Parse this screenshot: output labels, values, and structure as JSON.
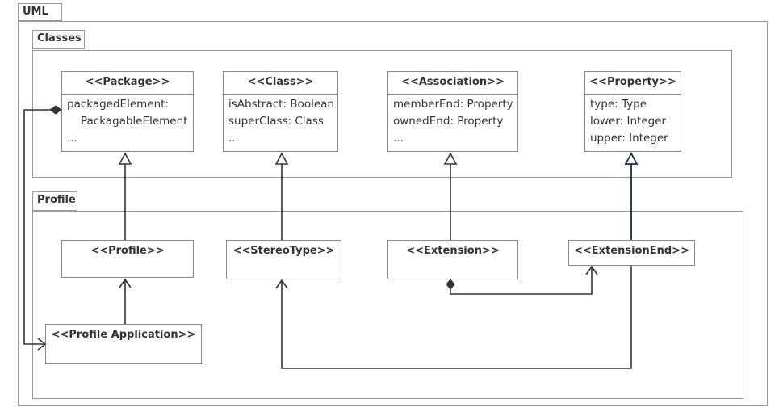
{
  "packages": {
    "uml": "UML",
    "classes": "Classes",
    "profile": "Profile"
  },
  "classes": {
    "package": {
      "name": "<<Package>>",
      "attrs": [
        "packagedElement:",
        "PackagableElement",
        "..."
      ]
    },
    "class": {
      "name": "<<Class>>",
      "attrs": [
        "isAbstract: Boolean",
        "superClass: Class",
        "..."
      ]
    },
    "association": {
      "name": "<<Association>>",
      "attrs": [
        "memberEnd: Property",
        "ownedEnd: Property",
        "..."
      ]
    },
    "property": {
      "name": "<<Property>>",
      "attrs": [
        "type: Type",
        "lower: Integer",
        "upper: Integer"
      ]
    }
  },
  "profile_elements": {
    "profile": "<<Profile>>",
    "stereotype": "<<StereoType>>",
    "extension": "<<Extension>>",
    "extension_end": "<<ExtensionEnd>>",
    "profile_application": "<<Profile Application>>"
  },
  "colors": {
    "frame": "#999999",
    "line": "#333333",
    "navy_line": "#1a2a4a"
  }
}
